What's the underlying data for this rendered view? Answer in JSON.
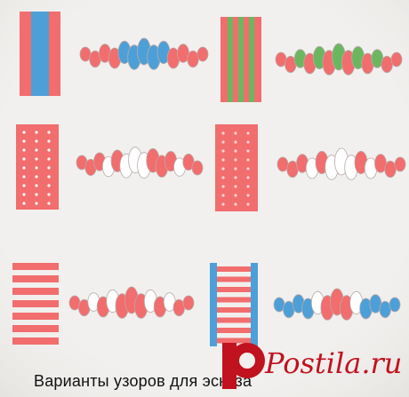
{
  "caption": "Варианты узоров для эскиза",
  "watermark": "Postila.ru",
  "colors": {
    "background": "#f1f0ee",
    "red": "#f26d6d",
    "blue": "#4d9fd8",
    "green": "#6bb760",
    "white": "#ffffff",
    "outline": "#b9a9a9",
    "logo_red": "#c1121f"
  },
  "patterns": [
    {
      "name": "pattern-blue-center-stripe",
      "swatch": "blue-center-stripe",
      "beads": [
        "red",
        "red",
        "red",
        "red",
        "blue",
        "blue",
        "blue",
        "blue",
        "blue",
        "red",
        "red",
        "red",
        "red"
      ]
    },
    {
      "name": "pattern-green-red-stripes",
      "swatch": "green-red-stripes",
      "beads": [
        "red",
        "red",
        "green",
        "red",
        "green",
        "red",
        "green",
        "red",
        "green",
        "red",
        "green",
        "red",
        "red"
      ]
    },
    {
      "name": "pattern-red-dotted-white",
      "swatch": "red-white-dots",
      "beads": [
        "red",
        "red",
        "red",
        "white",
        "red",
        "white",
        "white",
        "white",
        "red",
        "red",
        "red",
        "white",
        "red",
        "red"
      ]
    },
    {
      "name": "pattern-red-dotted-pink",
      "swatch": "red-pink-dots",
      "beads": [
        "red",
        "red",
        "red",
        "white",
        "red",
        "white",
        "white",
        "white",
        "red",
        "white",
        "red",
        "red",
        "red"
      ]
    },
    {
      "name": "pattern-red-horizontal-stripes",
      "swatch": "red-horizontal-stripes",
      "beads": [
        "red",
        "red",
        "white",
        "red",
        "white",
        "red",
        "red",
        "red",
        "white",
        "red",
        "white",
        "red",
        "red"
      ]
    },
    {
      "name": "pattern-ladder-blue-rails",
      "swatch": "blue-rail-ladder",
      "beads": [
        "blue",
        "blue",
        "blue",
        "blue",
        "white",
        "red",
        "red",
        "red",
        "white",
        "blue",
        "blue",
        "blue",
        "blue"
      ]
    }
  ]
}
